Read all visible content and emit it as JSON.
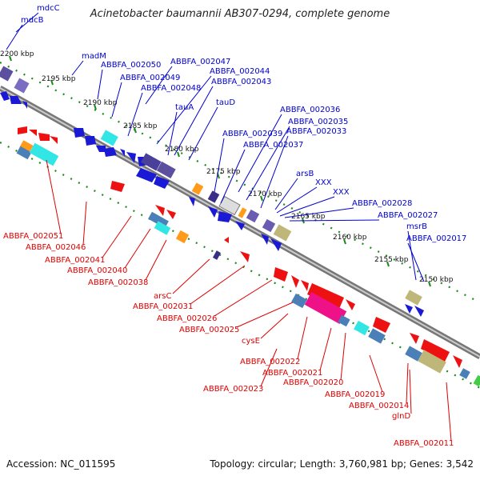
{
  "title": "Acinetobacter baumannii AB307-0294, complete genome",
  "footer": {
    "accession": "Accession: NC_011595",
    "stats": "Topology: circular; Length: 3,760,981 bp; Genes: 3,542"
  },
  "colors": {
    "top_labels": "#0000cc",
    "bottom_labels": "#dd0000",
    "backbone": "#777777",
    "ticks": "#1a8a1a"
  },
  "kbp_ticks": [
    "2200 kbp",
    "2195 kbp",
    "2190 kbp",
    "2185 kbp",
    "2180 kbp",
    "2175 kbp",
    "2170 kbp",
    "2165 kbp",
    "2160 kbp",
    "2155 kbp",
    "2150 kbp"
  ],
  "top_labels": [
    "mdcC",
    "mdcB",
    "madM",
    "ABBFA_002050",
    "ABBFA_002047",
    "ABBFA_002049",
    "ABBFA_002044",
    "ABBFA_002048",
    "ABBFA_002043",
    "tauA",
    "tauD",
    "ABBFA_002036",
    "ABBFA_002035",
    "ABBFA_002039",
    "ABBFA_002033",
    "ABBFA_002037",
    "arsB",
    "XXX",
    "XXX",
    "ABBFA_002028",
    "ABBFA_002027",
    "msrB",
    "ABBFA_002017"
  ],
  "bottom_labels": [
    "ABBFA_002051",
    "ABBFA_002046",
    "ABBFA_002041",
    "ABBFA_002040",
    "ABBFA_002038",
    "arsC",
    "ABBFA_002031",
    "ABBFA_002026",
    "ABBFA_002025",
    "cysE",
    "ABBFA_002022",
    "ABBFA_002021",
    "ABBFA_002020",
    "ABBFA_002023",
    "ABBFA_002019",
    "ABBFA_002014",
    "glnD",
    "ABBFA_002011"
  ]
}
